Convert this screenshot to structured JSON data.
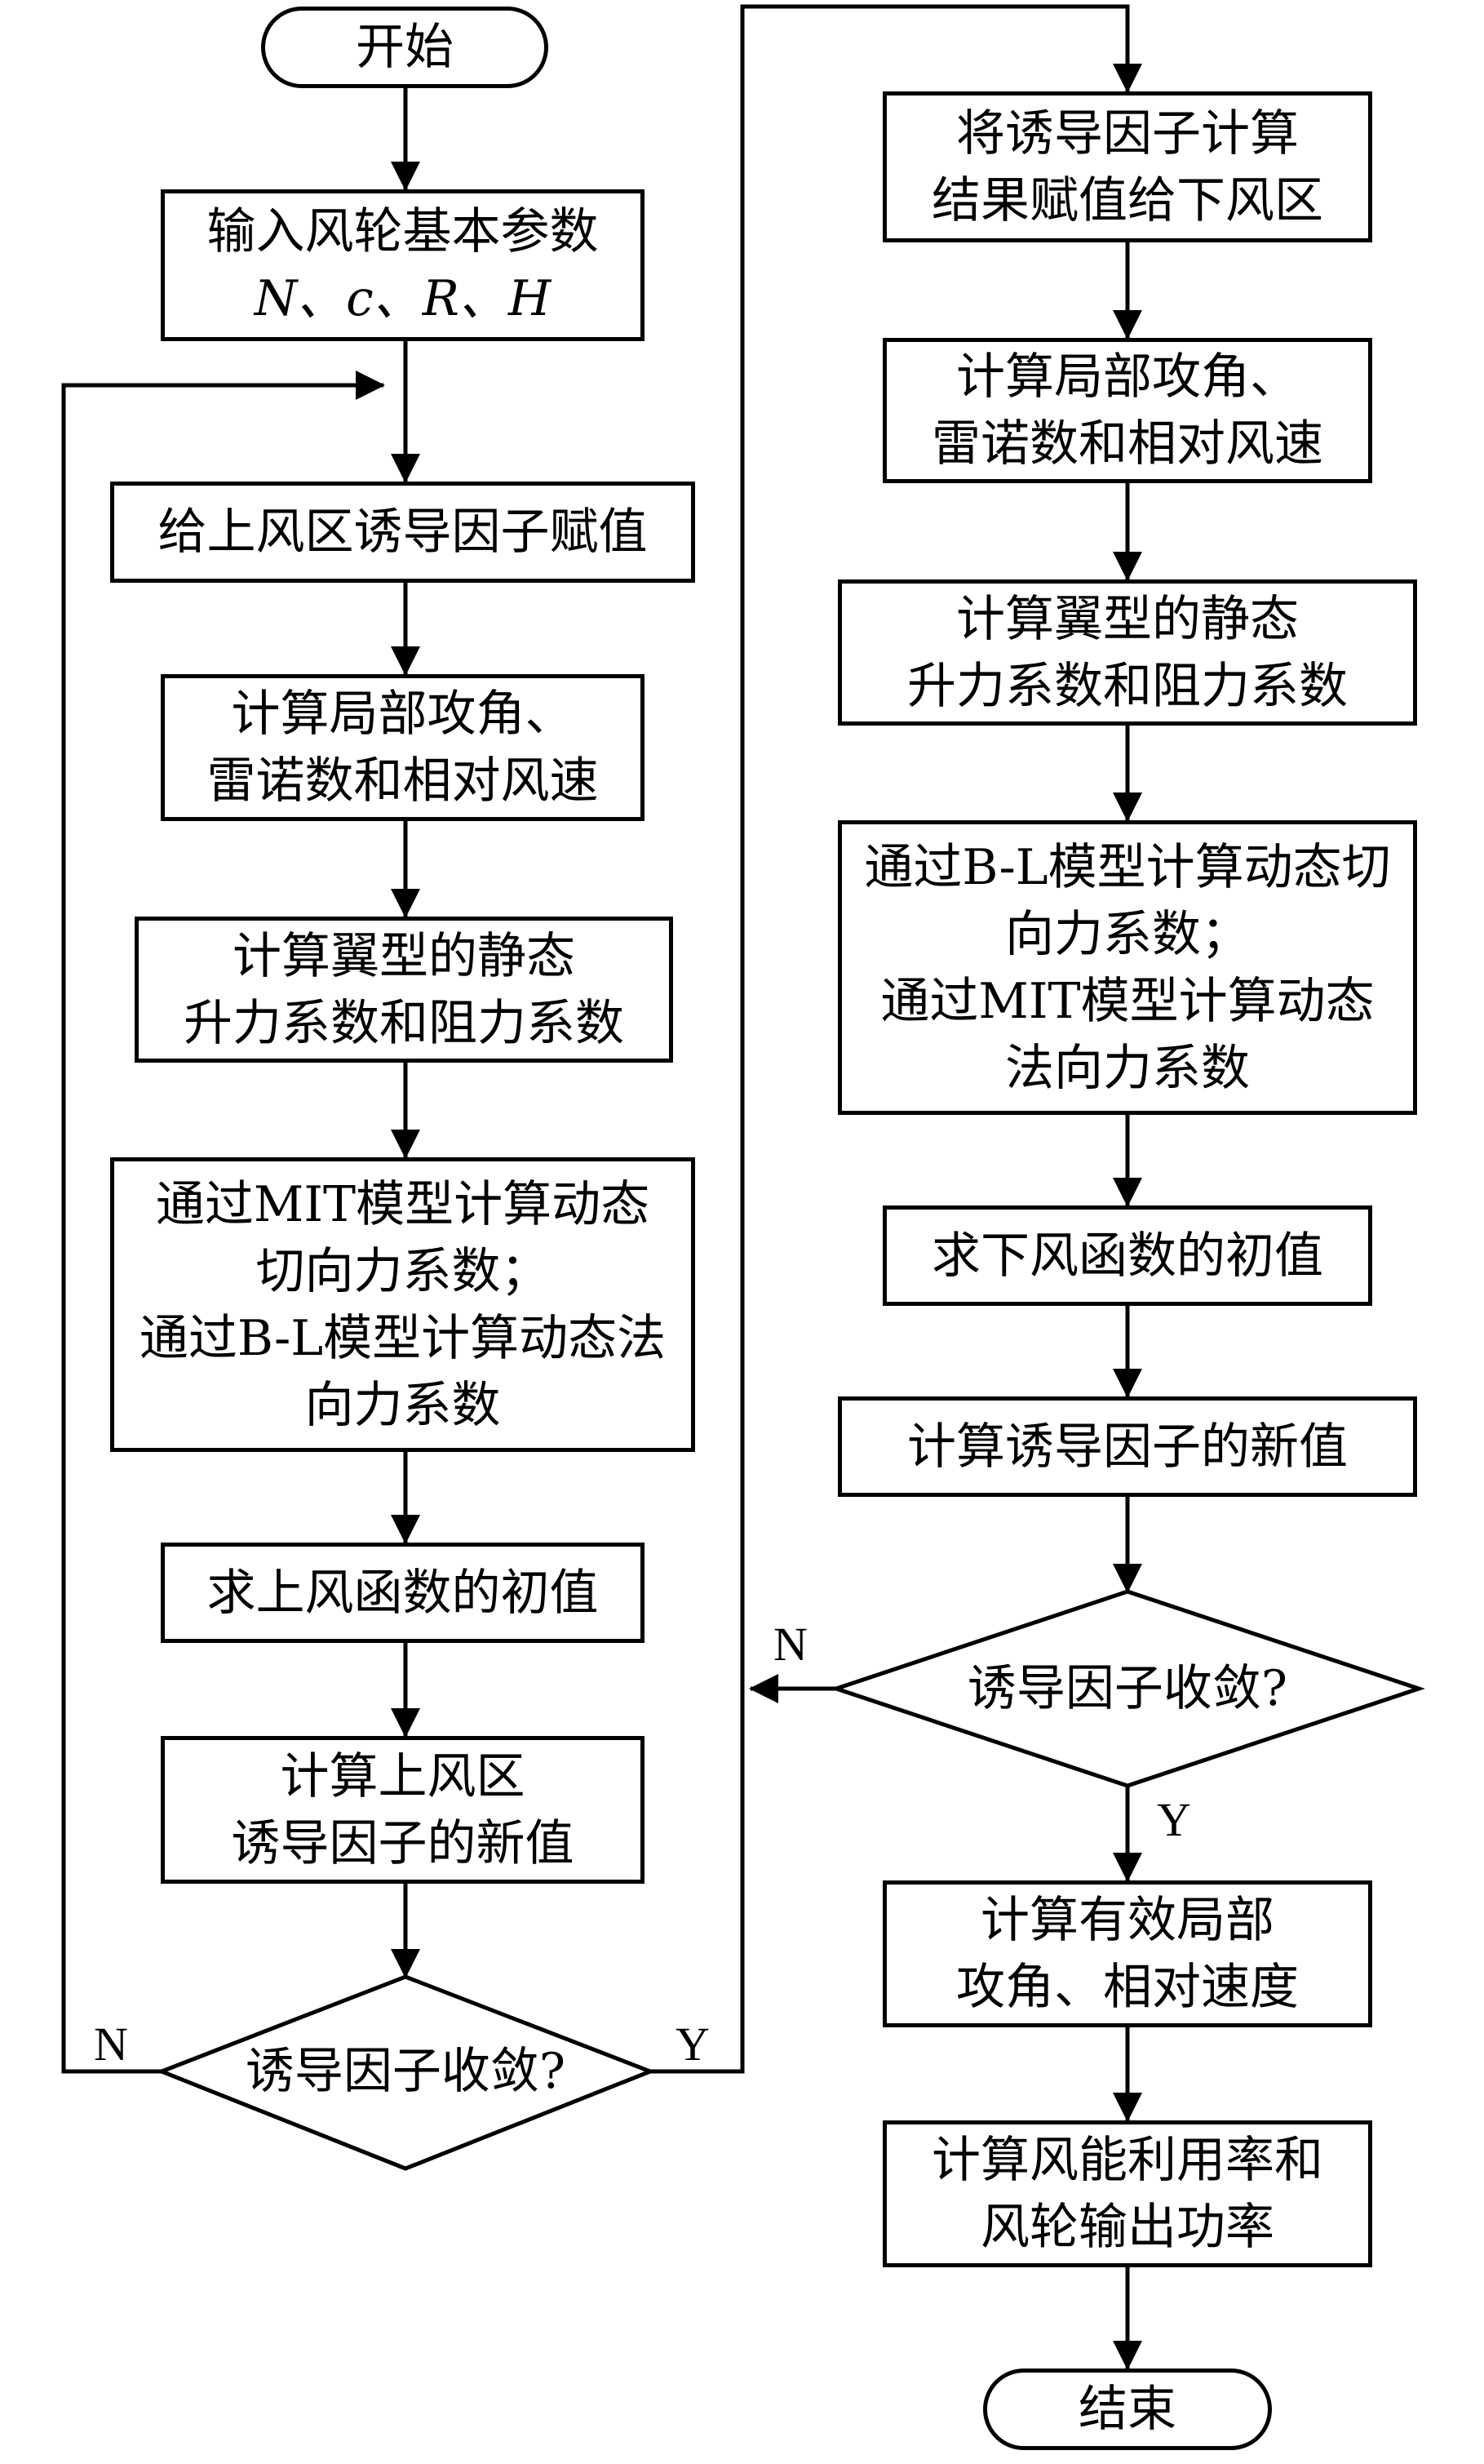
{
  "left": {
    "start": "开始",
    "input": {
      "line1": "输入风轮基本参数",
      "params": "N、c、R、H"
    },
    "assign": "给上风区诱导因子赋值",
    "local_aoa": {
      "line1": "计算局部攻角、",
      "line2": "雷诺数和相对风速"
    },
    "static": {
      "line1": "计算翼型的静态",
      "line2": "升力系数和阻力系数"
    },
    "dynamic": {
      "line1": "通过MIT模型计算动态",
      "line2": "切向力系数；",
      "line3": "通过B-L模型计算动态法",
      "line4": "向力系数"
    },
    "init": "求上风函数的初值",
    "new_value": {
      "line1": "计算上风区",
      "line2": "诱导因子的新值"
    },
    "converge": "诱导因子收敛?",
    "no_label": "N",
    "yes_label": "Y"
  },
  "right": {
    "assign_down": {
      "line1": "将诱导因子计算",
      "line2": "结果赋值给下风区"
    },
    "local_aoa": {
      "line1": "计算局部攻角、",
      "line2": "雷诺数和相对风速"
    },
    "static": {
      "line1": "计算翼型的静态",
      "line2": "升力系数和阻力系数"
    },
    "dynamic": {
      "line1": "通过B-L模型计算动态切",
      "line2": "向力系数；",
      "line3": "通过MIT模型计算动态",
      "line4": "法向力系数"
    },
    "init": "求下风函数的初值",
    "new_value": "计算诱导因子的新值",
    "converge": "诱导因子收敛?",
    "no_label": "N",
    "yes_label": "Y",
    "effective": {
      "line1": "计算有效局部",
      "line2": "攻角、相对速度"
    },
    "power": {
      "line1": "计算风能利用率和",
      "line2": "风轮输出功率"
    },
    "end": "结束"
  },
  "colors": {
    "stroke": "#000000",
    "background": "#ffffff"
  }
}
